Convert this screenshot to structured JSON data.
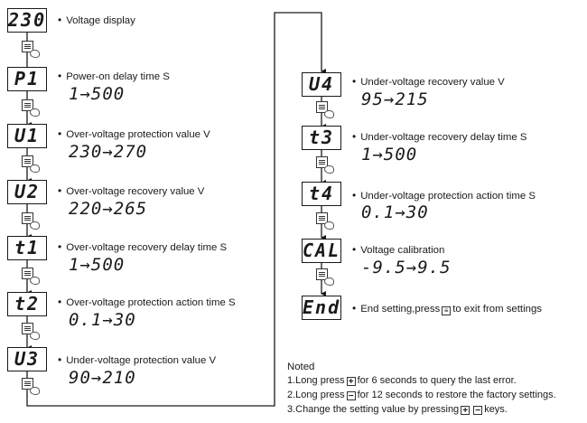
{
  "left_steps": [
    {
      "code": "230",
      "label": "Voltage display",
      "range": ""
    },
    {
      "code": "P1",
      "label": "Power-on delay time S",
      "range": "1→500"
    },
    {
      "code": "U1",
      "label": "Over-voltage protection value V",
      "range": "230→270"
    },
    {
      "code": "U2",
      "label": "Over-voltage recovery value V",
      "range": "220→265"
    },
    {
      "code": "t1",
      "label": "Over-voltage recovery delay time S",
      "range": "1→500"
    },
    {
      "code": "t2",
      "label": "Over-voltage protection action time S",
      "range": "0.1→30"
    },
    {
      "code": "U3",
      "label": "Under-voltage protection value V",
      "range": "90→210"
    }
  ],
  "right_steps": [
    {
      "code": "U4",
      "label": "Under-voltage recovery value V",
      "range": "95→215"
    },
    {
      "code": "t3",
      "label": "Under-voltage recovery delay time S",
      "range": "1→500"
    },
    {
      "code": "t4",
      "label": "Under-voltage protection action time S",
      "range": "0.1→30"
    },
    {
      "code": "CAL",
      "label": "Voltage calibration",
      "range": "-9.5→9.5"
    },
    {
      "code": "End",
      "label": "",
      "range": ""
    }
  ],
  "end_label": {
    "before": "End setting,press",
    "after": "to exit from settings"
  },
  "notes": {
    "title": "Noted",
    "line1_before": "1.Long press",
    "line1_after": "for 6 seconds to query the last error.",
    "line2_before": "2.Long press",
    "line2_after": "for 12 seconds to restore the factory settings.",
    "line3_before": "3.Change the setting value by pressing",
    "line3_after": "keys."
  },
  "keys": {
    "plus": "+",
    "minus": "−",
    "menu": "≡"
  }
}
